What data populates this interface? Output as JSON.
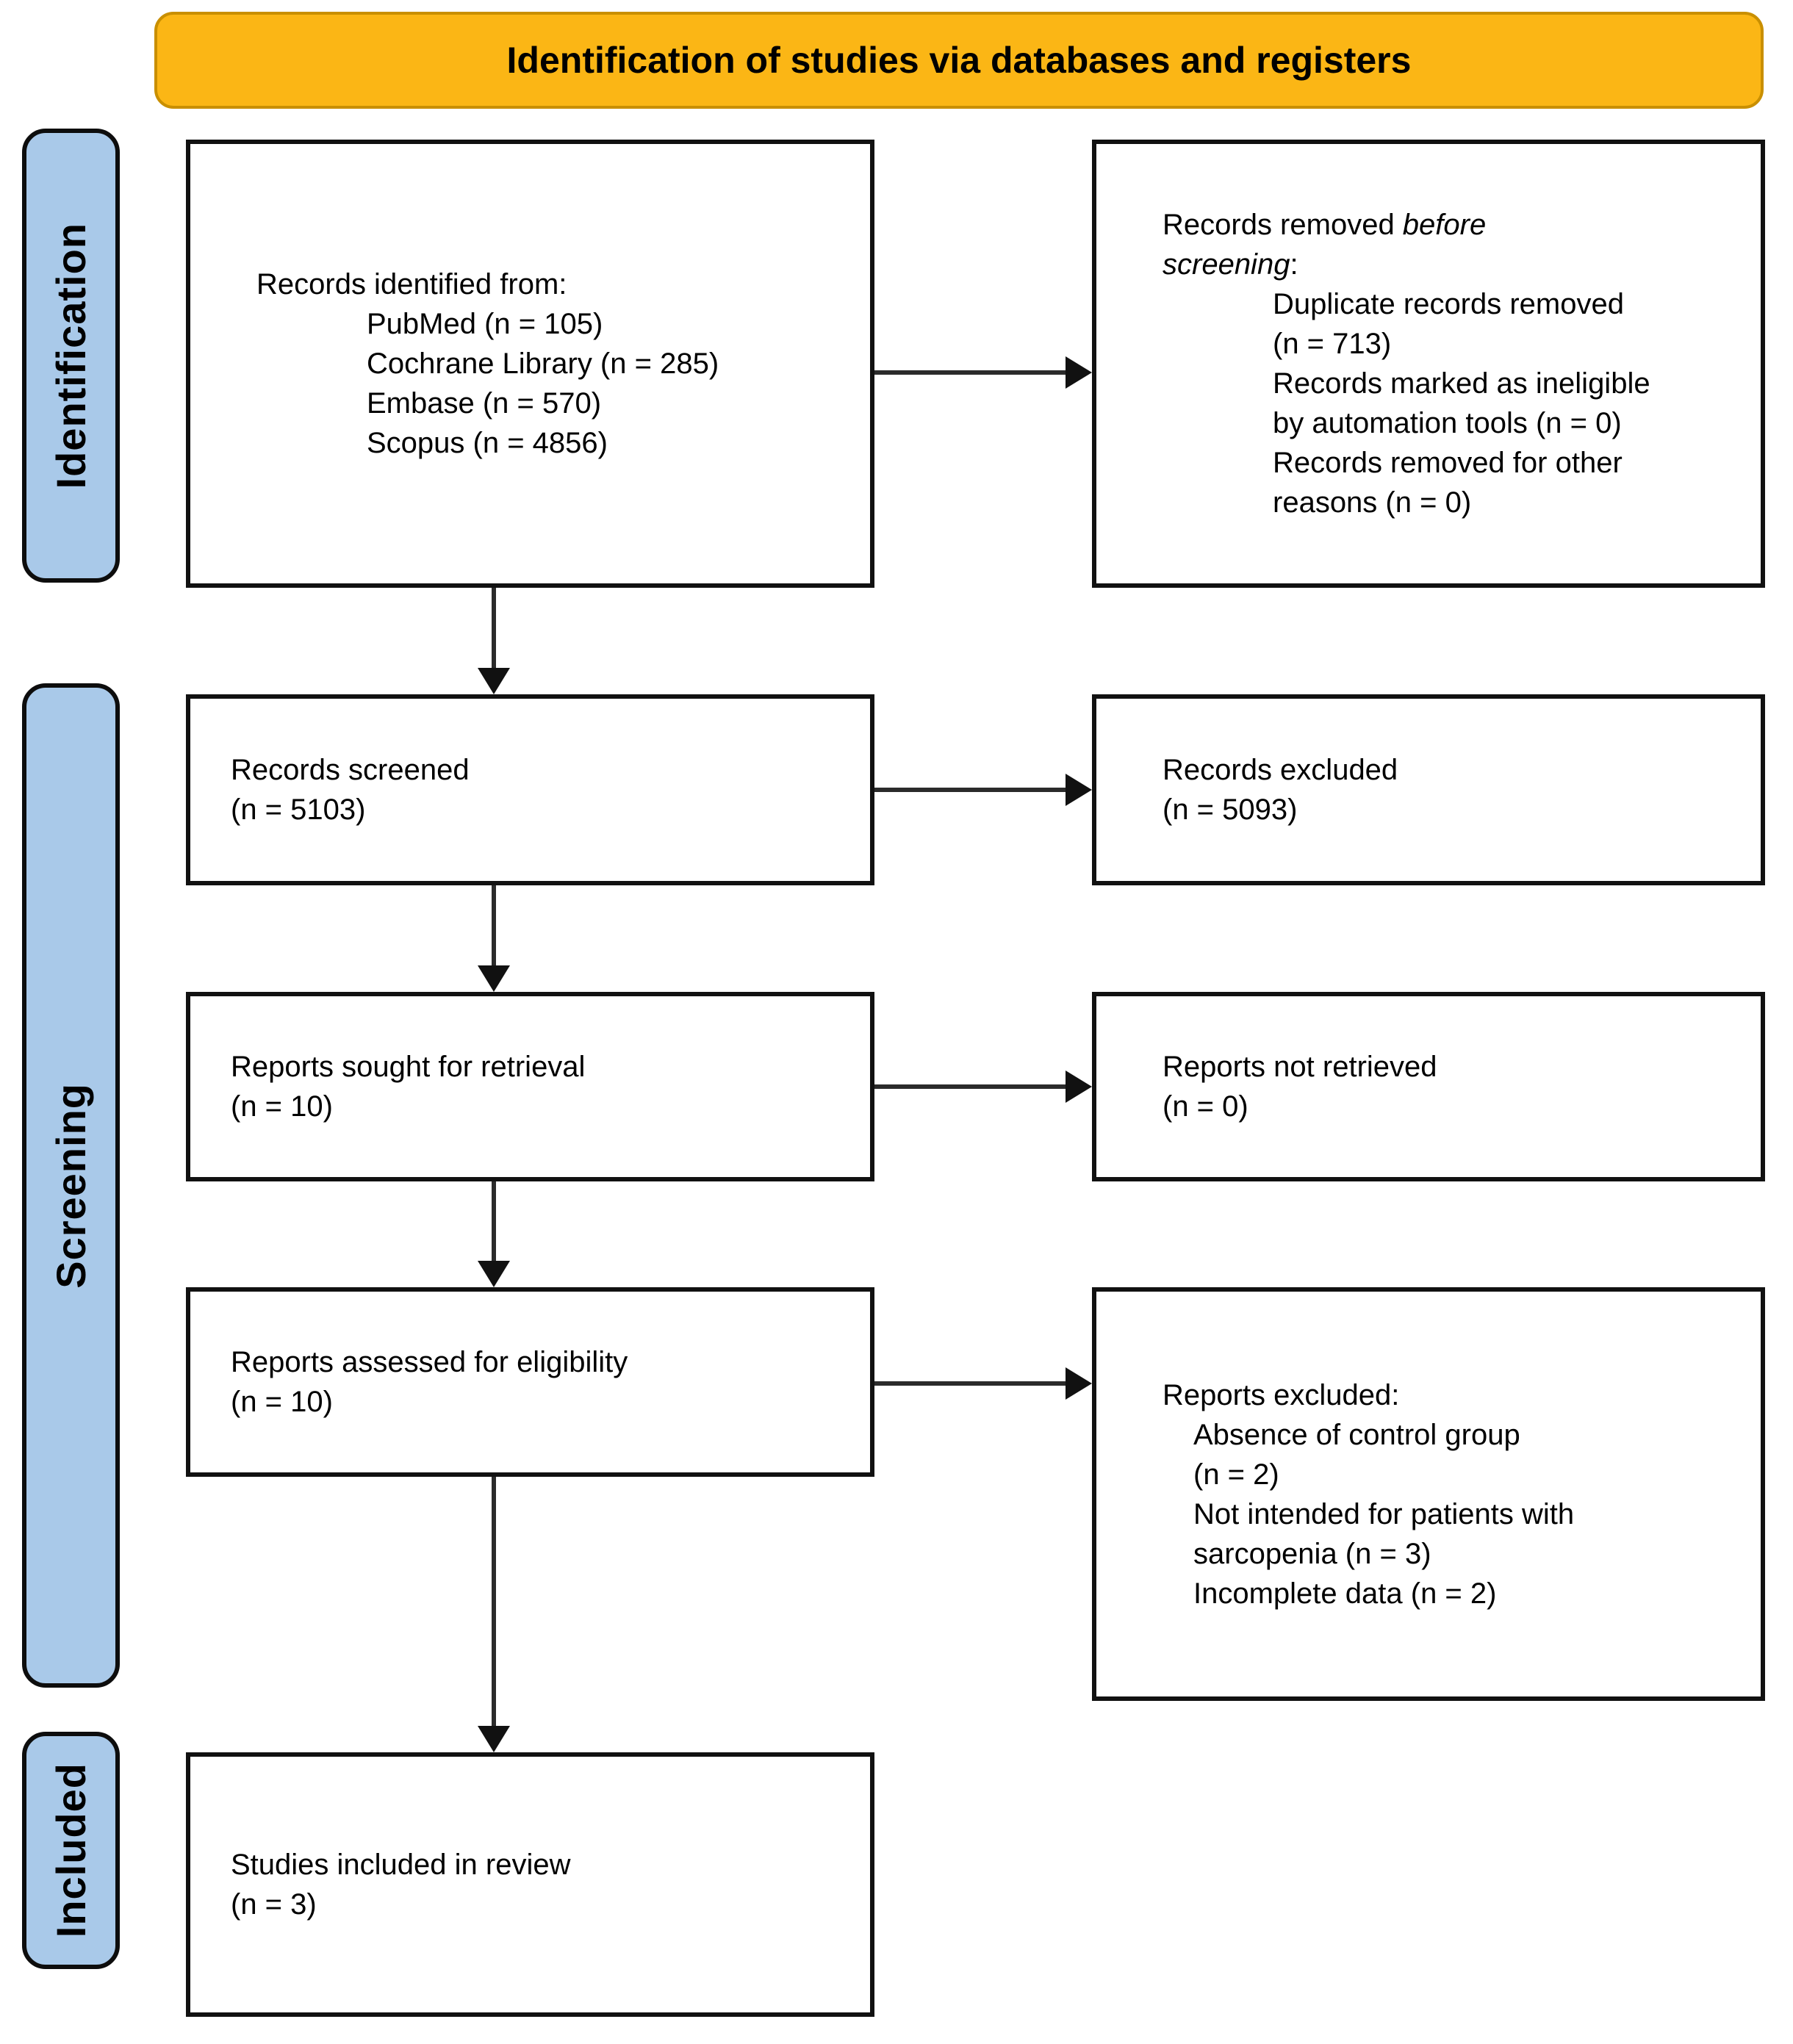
{
  "colors": {
    "banner_bg": "#FBB615",
    "banner_border": "#C98F00",
    "stage_bg": "#A9C9E9",
    "box_border": "#111111",
    "arrow": "#2b2b2b"
  },
  "banner": {
    "label": "Identification of studies via databases and registers"
  },
  "stages": [
    {
      "label": "Identification"
    },
    {
      "label": "Screening"
    },
    {
      "label": "Included"
    }
  ],
  "boxes": {
    "records_identified": {
      "lines": [
        {
          "indent": 0,
          "segs": [
            {
              "t": "Records identified from:"
            }
          ]
        },
        {
          "indent": 1,
          "segs": [
            {
              "t": "PubMed (n = 105)"
            }
          ]
        },
        {
          "indent": 1,
          "segs": [
            {
              "t": "Cochrane Library (n = 285)"
            }
          ]
        },
        {
          "indent": 1,
          "segs": [
            {
              "t": "Embase (n = 570)"
            }
          ]
        },
        {
          "indent": 1,
          "segs": [
            {
              "t": "Scopus (n = 4856)"
            }
          ]
        }
      ]
    },
    "records_removed": {
      "lines": [
        {
          "indent": 0,
          "segs": [
            {
              "t": "Records removed "
            },
            {
              "t": "before",
              "i": true
            }
          ]
        },
        {
          "indent": 0,
          "segs": [
            {
              "t": "screening",
              "i": true
            },
            {
              "t": ":"
            }
          ]
        },
        {
          "indent": 1,
          "segs": [
            {
              "t": "Duplicate records removed"
            }
          ]
        },
        {
          "indent": 1,
          "segs": [
            {
              "t": "(n = 713)"
            }
          ]
        },
        {
          "indent": 1,
          "segs": [
            {
              "t": "Records marked as ineligible"
            }
          ]
        },
        {
          "indent": 1,
          "segs": [
            {
              "t": "by automation tools (n = 0)"
            }
          ]
        },
        {
          "indent": 1,
          "segs": [
            {
              "t": "Records removed for other"
            }
          ]
        },
        {
          "indent": 1,
          "segs": [
            {
              "t": "reasons (n = 0)"
            }
          ]
        }
      ]
    },
    "records_screened": {
      "lines": [
        {
          "indent": 0,
          "segs": [
            {
              "t": "Records screened"
            }
          ]
        },
        {
          "indent": 0,
          "segs": [
            {
              "t": "(n = 5103)"
            }
          ]
        }
      ]
    },
    "records_excluded": {
      "lines": [
        {
          "indent": 0,
          "segs": [
            {
              "t": "Records excluded"
            }
          ]
        },
        {
          "indent": 0,
          "segs": [
            {
              "t": "(n = 5093)"
            }
          ]
        }
      ]
    },
    "reports_sought": {
      "lines": [
        {
          "indent": 0,
          "segs": [
            {
              "t": "Reports sought for retrieval"
            }
          ]
        },
        {
          "indent": 0,
          "segs": [
            {
              "t": "(n = 10)"
            }
          ]
        }
      ]
    },
    "reports_not_retrieved": {
      "lines": [
        {
          "indent": 0,
          "segs": [
            {
              "t": "Reports not retrieved"
            }
          ]
        },
        {
          "indent": 0,
          "segs": [
            {
              "t": "(n = 0)"
            }
          ]
        }
      ]
    },
    "reports_assessed": {
      "lines": [
        {
          "indent": 0,
          "segs": [
            {
              "t": "Reports assessed for eligibility"
            }
          ]
        },
        {
          "indent": 0,
          "segs": [
            {
              "t": "(n = 10)"
            }
          ]
        }
      ]
    },
    "reports_excluded": {
      "lines": [
        {
          "indent": 0,
          "segs": [
            {
              "t": "Reports excluded:"
            }
          ]
        },
        {
          "indent": 1,
          "segs": [
            {
              "t": "Absence of control group"
            }
          ]
        },
        {
          "indent": 1,
          "segs": [
            {
              "t": "(n = 2)"
            }
          ]
        },
        {
          "indent": 1,
          "segs": [
            {
              "t": "Not intended for patients with"
            }
          ]
        },
        {
          "indent": 1,
          "segs": [
            {
              "t": "sarcopenia (n = 3)"
            }
          ]
        },
        {
          "indent": 1,
          "segs": [
            {
              "t": "Incomplete data (n = 2)"
            }
          ]
        }
      ]
    },
    "studies_included": {
      "lines": [
        {
          "indent": 0,
          "segs": [
            {
              "t": "Studies included in review"
            }
          ]
        },
        {
          "indent": 0,
          "segs": [
            {
              "t": "(n = 3)"
            }
          ]
        }
      ]
    }
  }
}
